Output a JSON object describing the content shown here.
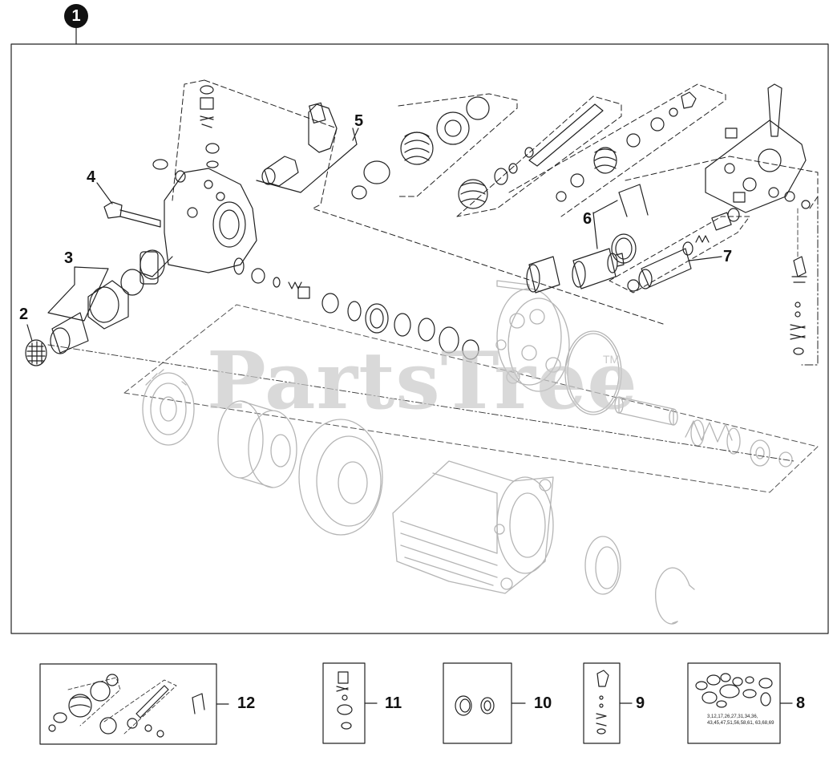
{
  "main_badge": "1",
  "watermark": {
    "text": "PartsTree",
    "trademark": "TM"
  },
  "callouts": {
    "c2": "2",
    "c3": "3",
    "c4": "4",
    "c5": "5",
    "c6": "6",
    "c7": "7",
    "c8": "8",
    "c9": "9",
    "c10": "10",
    "c11": "11",
    "c12": "12"
  },
  "kit_8_note": "3,12,17,26,27,31,34,36, 43,45,47,51,56,58,61, 63,68,69",
  "colors": {
    "dark_line": "#222222",
    "light_line": "#b5b5b5",
    "watermark": "#c9c9c9"
  }
}
